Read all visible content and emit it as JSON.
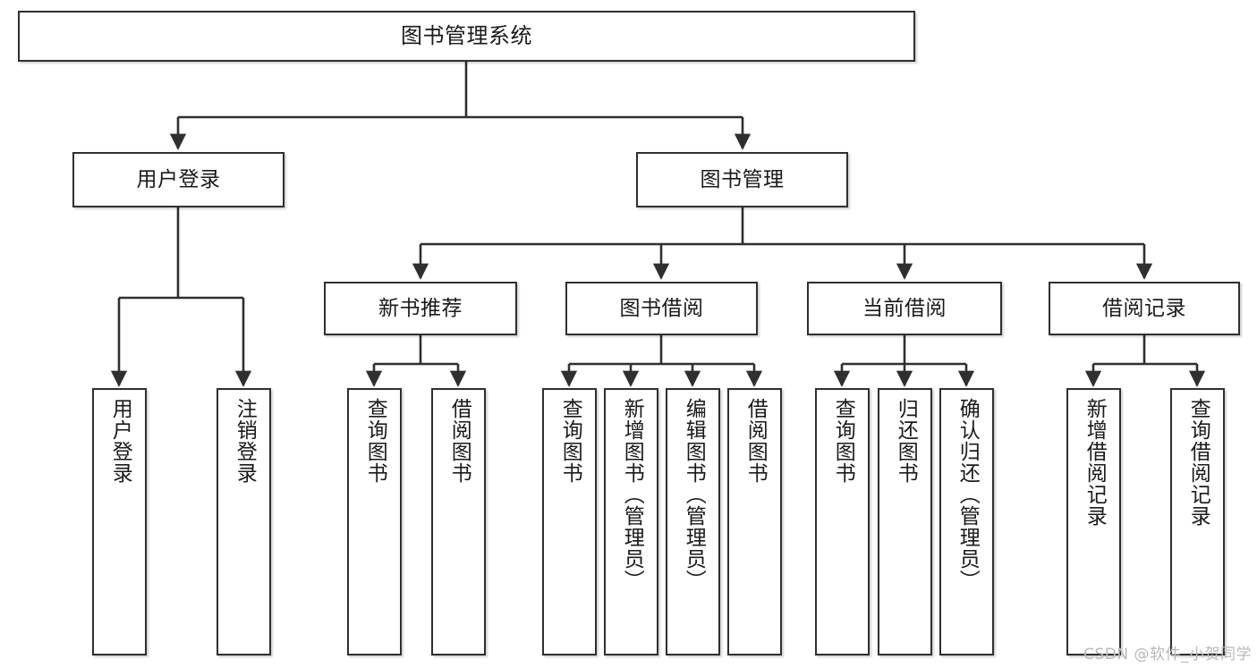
{
  "diagram": {
    "title": "图书管理系统",
    "type": "functional-structure-tree",
    "watermark": "CSDN @软件_小贺同学",
    "colors": {
      "box_stroke": "#2f2f2f",
      "box_fill": "#ffffff",
      "edge": "#2f2f2f",
      "text": "#1a1a1a",
      "watermark": "#b9b9b9"
    }
  },
  "nodes": {
    "root": {
      "label": "图书管理系统"
    },
    "level2": [
      {
        "label": "用户登录"
      },
      {
        "label": "图书管理"
      }
    ],
    "level3": [
      {
        "label": "新书推荐"
      },
      {
        "label": "图书借阅"
      },
      {
        "label": "当前借阅"
      },
      {
        "label": "借阅记录"
      }
    ],
    "leaves": {
      "user_login": [
        {
          "label": "用户登录"
        },
        {
          "label": "注销登录"
        }
      ],
      "new_book_recommend": [
        {
          "label": "查询图书"
        },
        {
          "label": "借阅图书"
        }
      ],
      "book_borrow": [
        {
          "label": "查询图书"
        },
        {
          "label": "新增图书（管理员）"
        },
        {
          "label": "编辑图书（管理员）"
        },
        {
          "label": "借阅图书"
        }
      ],
      "current_borrow": [
        {
          "label": "查询图书"
        },
        {
          "label": "归还图书"
        },
        {
          "label": "确认归还（管理员）"
        }
      ],
      "borrow_records": [
        {
          "label": "新增借阅记录"
        },
        {
          "label": "查询借阅记录"
        }
      ]
    }
  }
}
